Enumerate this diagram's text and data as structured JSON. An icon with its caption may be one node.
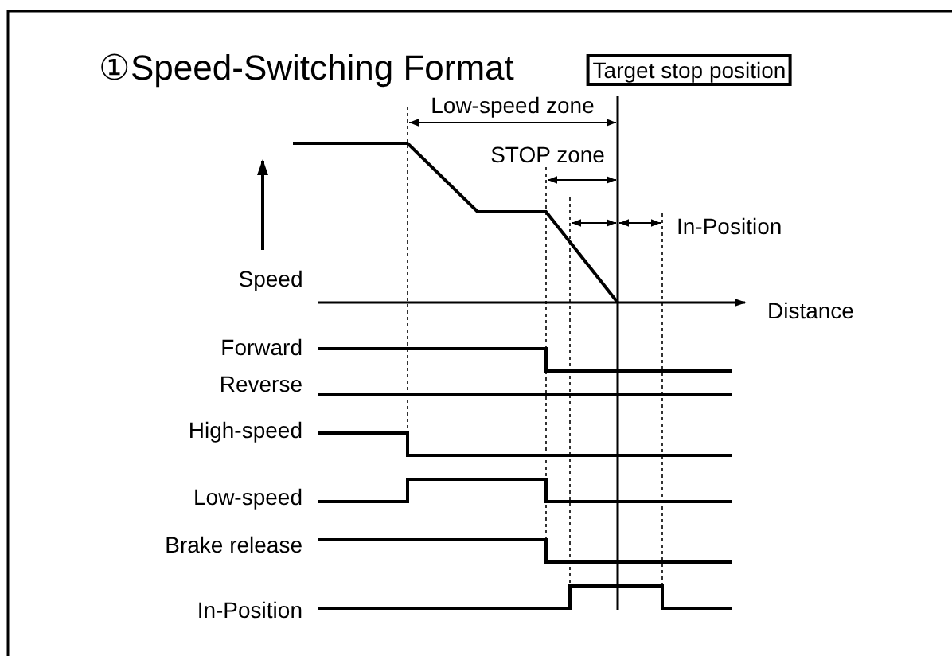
{
  "diagram": {
    "title": "①Speed-Switching Format",
    "labels": [
      "Target stop position",
      "Low-speed zone",
      "STOP zone",
      "In-Position",
      "Speed",
      "Distance",
      "Forward",
      "Reverse",
      "High-speed",
      "Low-speed",
      "Brake release",
      "In-Position"
    ]
  }
}
